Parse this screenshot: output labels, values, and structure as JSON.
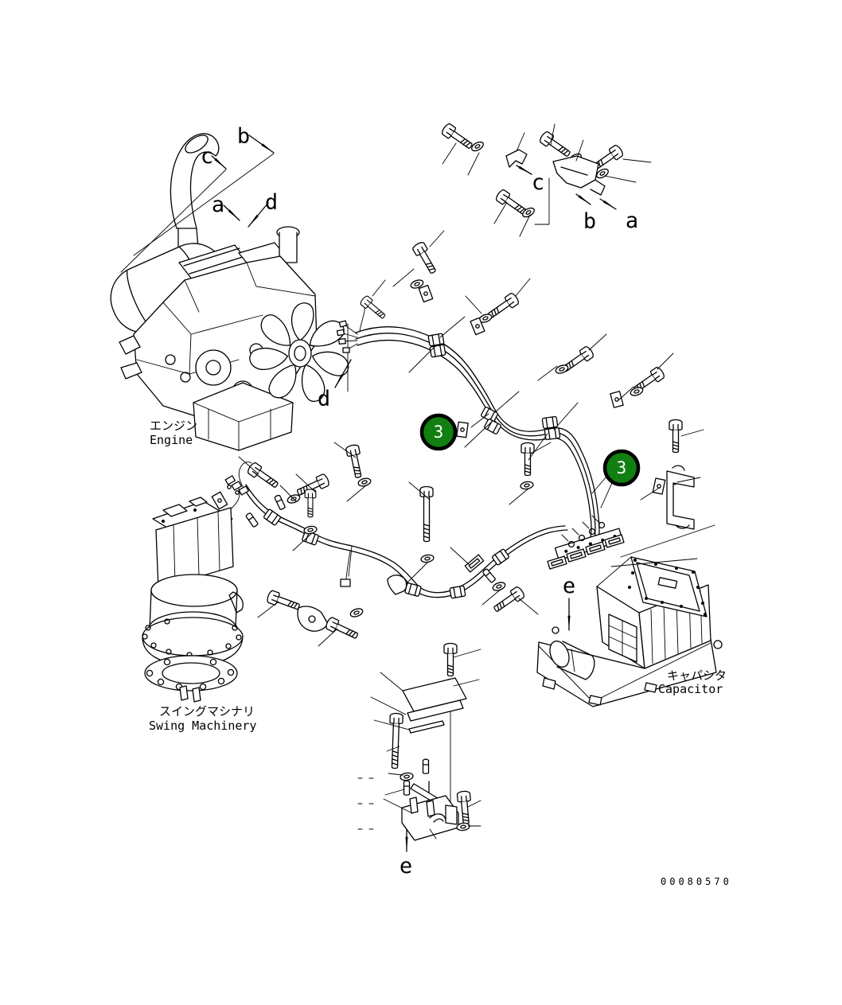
{
  "figure": {
    "drawing_number": "00080570",
    "balloon": {
      "number": "3"
    },
    "view_labels": {
      "a": "a",
      "b": "b",
      "c": "c",
      "d": "d",
      "e": "e"
    },
    "components": {
      "engine": {
        "name_ja": "エンジン",
        "name_en": "Engine"
      },
      "swing_machinery": {
        "name_ja": "スイングマシナリ",
        "name_en": "Swing Machinery"
      },
      "capacitor": {
        "name_ja": "キャパシタ",
        "name_en": "Capacitor"
      }
    },
    "colors": {
      "line": "#000000",
      "background": "#ffffff",
      "balloon_fill": "#117f11",
      "balloon_ring": "#000000",
      "balloon_text": "#ffffff"
    }
  }
}
